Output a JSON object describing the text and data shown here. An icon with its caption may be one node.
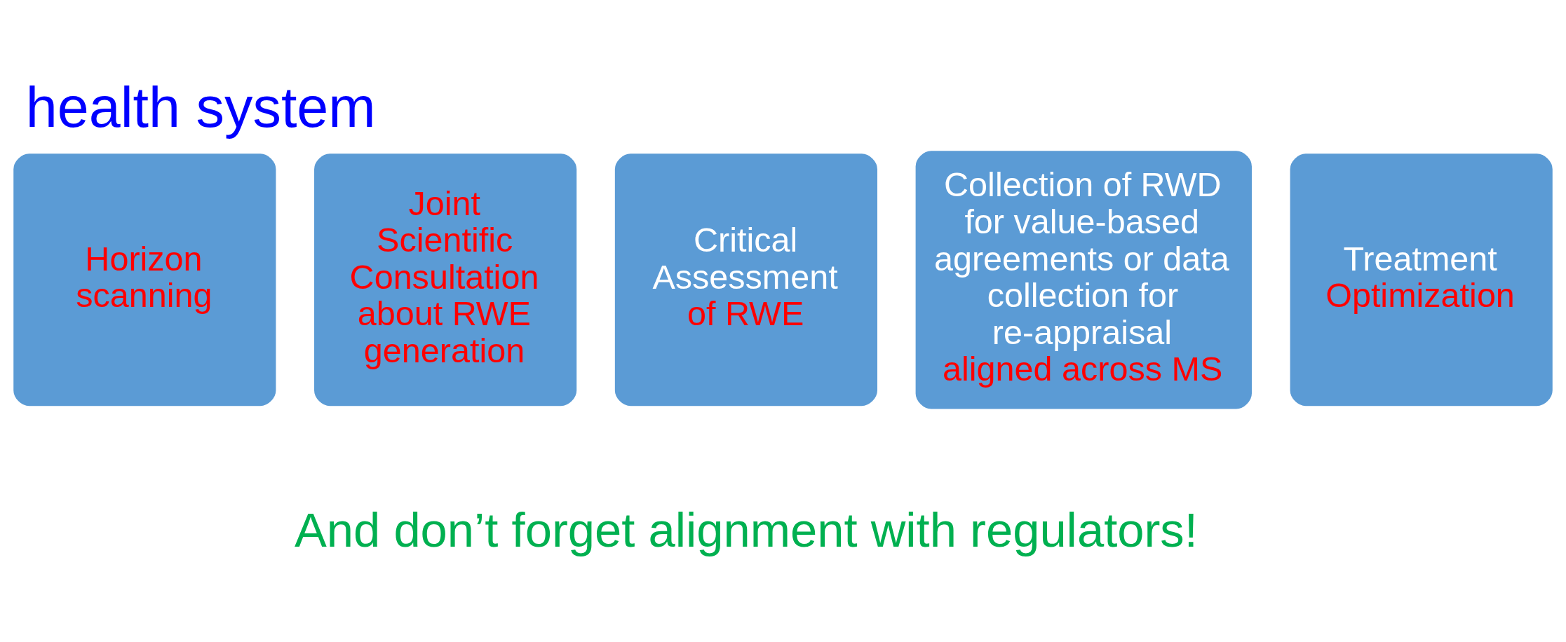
{
  "diagram": {
    "title": "health system",
    "nodes": [
      {
        "text": [
          "Horizon scanning"
        ]
      },
      {
        "text": [
          "Joint Scientific Consultation about RWE generation"
        ]
      },
      {
        "text": [
          "Critical Assessment",
          "of RWE"
        ]
      },
      {
        "text": [
          "Collection of RWD for value-based agreements or data collection for re-appraisal",
          "aligned across MS"
        ]
      },
      {
        "text": [
          "Treatment",
          "Optimization"
        ]
      }
    ],
    "edges": [],
    "labels": [
      "And don’t forget alignment with regulators!"
    ]
  }
}
